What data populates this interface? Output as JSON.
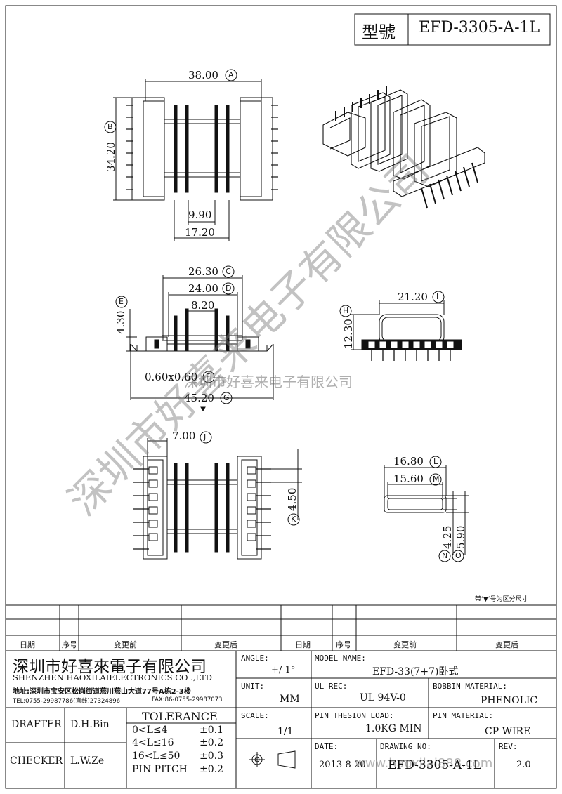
{
  "header": {
    "model_label": "型號",
    "model_value": "EFD-3305-A-1L"
  },
  "dims": {
    "a": "38.00",
    "a_tag": "A",
    "b": "34.20",
    "b_tag": "B",
    "inner1": "9.90",
    "inner2": "17.20",
    "c": "26.30",
    "c_tag": "C",
    "d": "24.00",
    "d_tag": "D",
    "inner3": "8.20",
    "e": "4.30",
    "e_tag": "E",
    "f": "0.60x0.60",
    "f_tag": "F",
    "g": "45.20",
    "g_tag": "G",
    "h": "12.30",
    "h_tag": "H",
    "i": "21.20",
    "i_tag": "I",
    "j": "7.00",
    "j_tag": "J",
    "k": "4.50",
    "k_tag": "K",
    "l": "16.80",
    "l_tag": "L",
    "m": "15.60",
    "m_tag": "M",
    "n": "4.25",
    "n_tag": "N",
    "o": "5.90",
    "o_tag": "O"
  },
  "note": "带‘▼’号为区分尺寸",
  "revision_header": [
    "日期",
    "序号",
    "变更前",
    "变更后",
    "日期",
    "序号",
    "变更前",
    "变更后"
  ],
  "company": {
    "cn": "深圳市好喜來電子有限公司",
    "en": "SHENZHEN HAOXILAIELECTRONICS CO .,LTD",
    "address": "地址:深圳市宝安区松岗街道燕川燕山大道77号A栋2-3楼",
    "tel": "TEL:0755-29987786(直线)27324896",
    "fax": "FAX:86-0755-29987073"
  },
  "fields": {
    "angle_label": "ANGLE:",
    "angle_value": "+/-1°",
    "model_name_label": "MODEL NAME:",
    "model_name_value": "EFD-33(7+7)卧式",
    "unit_label": "UNIT:",
    "unit_value": "MM",
    "ul_label": "UL REC:",
    "ul_value": "UL 94V-0",
    "bobbin_label": "BOBBIN MATERIAL:",
    "bobbin_value": "PHENOLIC",
    "scale_label": "SCALE:",
    "scale_value": "1/1",
    "load_label": "PIN THESION LOAD:",
    "load_value": "1.0KG MIN",
    "pin_mat_label": "PIN MATERIAL:",
    "pin_mat_value": "CP  WIRE",
    "date_label": "DATE:",
    "date_value": "2013-8-20",
    "drawing_label": "DRAWING NO:",
    "drawing_value": "EFD-3305-A-1L",
    "rev_label": "REV:",
    "rev_value": "2.0"
  },
  "people": {
    "drafter_label": "DRAFTER",
    "drafter": "D.H.Bin",
    "checker_label": "CHECKER",
    "checker": "L.W.Ze"
  },
  "tolerance": {
    "title": "TOLERANCE",
    "rows": [
      [
        "0<L≤4",
        "±0.1"
      ],
      [
        "4<L≤16",
        "±0.2"
      ],
      [
        "16<L≤50",
        "±0.3"
      ],
      [
        "PIN PITCH",
        "±0.2"
      ]
    ]
  },
  "watermarks": {
    "diag": "深圳市好喜来电子有限公司",
    "mid": "深圳市好喜来电子有限公司",
    "bottom": "www.haoxilai888.com"
  }
}
